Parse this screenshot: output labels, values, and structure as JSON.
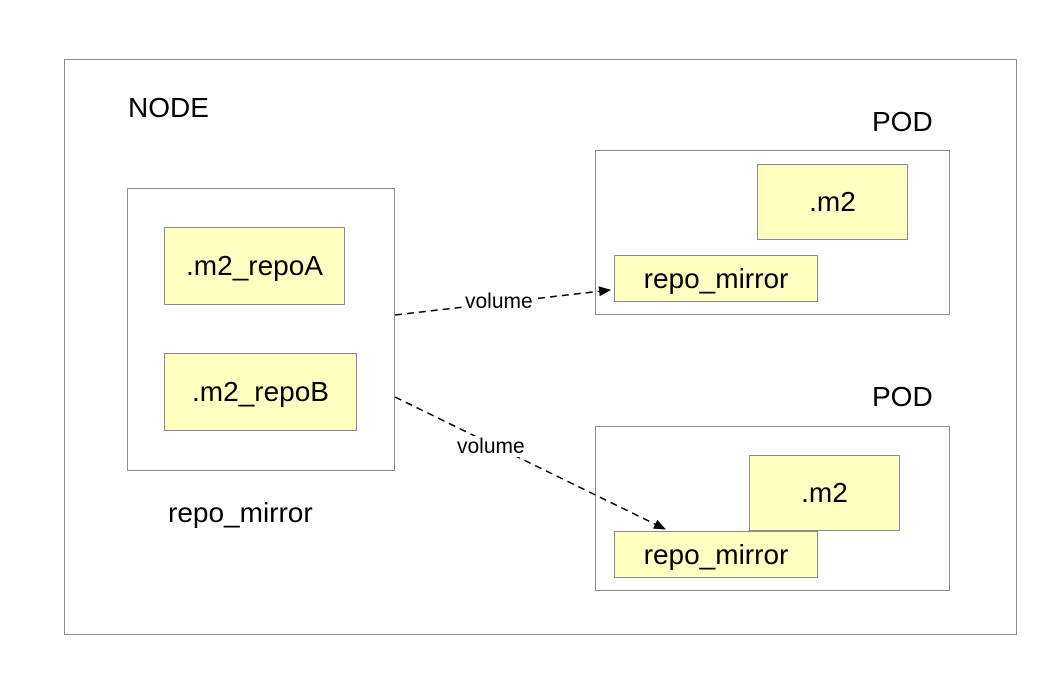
{
  "node": {
    "label": "NODE",
    "mirror": {
      "caption": "repo_mirror",
      "items": [
        ".m2_repoA",
        ".m2_repoB"
      ]
    }
  },
  "pods": [
    {
      "label": "POD",
      "m2": ".m2",
      "mirror": "repo_mirror"
    },
    {
      "label": "POD",
      "m2": ".m2",
      "mirror": "repo_mirror"
    }
  ],
  "edges": [
    {
      "label": "volume",
      "style": "dashed"
    },
    {
      "label": "volume",
      "style": "dashed"
    }
  ],
  "colors": {
    "box_fill": "#ffffc2",
    "border": "#8c8c8c"
  }
}
